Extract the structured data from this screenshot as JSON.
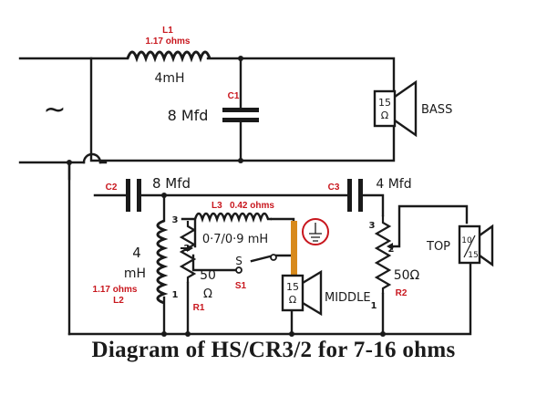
{
  "caption": "Diagram of HS/CR3/2 for 7-16 ohms",
  "source_symbol": "~",
  "components": {
    "L1": {
      "name": "L1",
      "resistance": "1.17 ohms",
      "value": "4mH"
    },
    "C1": {
      "name": "C1",
      "value": "8 Mfd"
    },
    "bass_speaker": {
      "impedance_top": "15",
      "impedance_bottom": "Ω",
      "label": "BASS"
    },
    "C2": {
      "name": "C2",
      "value": "8 Mfd"
    },
    "C3": {
      "name": "C3",
      "value": "4 Mfd"
    },
    "L2": {
      "name": "L2",
      "resistance": "1.17 ohms",
      "value_top": "4",
      "value_bottom": "mH"
    },
    "L3": {
      "name": "L3",
      "resistance": "0.42 ohms",
      "value": "0·7/0·9 mH"
    },
    "R1": {
      "name": "R1",
      "value_top": "50",
      "value_bottom": "Ω"
    },
    "S1": {
      "name": "S1",
      "label": "S"
    },
    "middle_speaker": {
      "impedance_top": "15",
      "impedance_bottom": "Ω",
      "label": "MIDDLE"
    },
    "R2": {
      "name": "R2",
      "value": "50Ω"
    },
    "top_speaker": {
      "impedance_top": "10",
      "impedance_bottom": "15",
      "label": "TOP"
    }
  },
  "pin_labels": {
    "r1": [
      "3",
      "2",
      "1"
    ],
    "r2": [
      "3",
      "2",
      "1"
    ]
  },
  "colors": {
    "ink": "#1a1a1a",
    "annotation_red": "#c8161d",
    "highlight_orange": "#d88a1c"
  }
}
